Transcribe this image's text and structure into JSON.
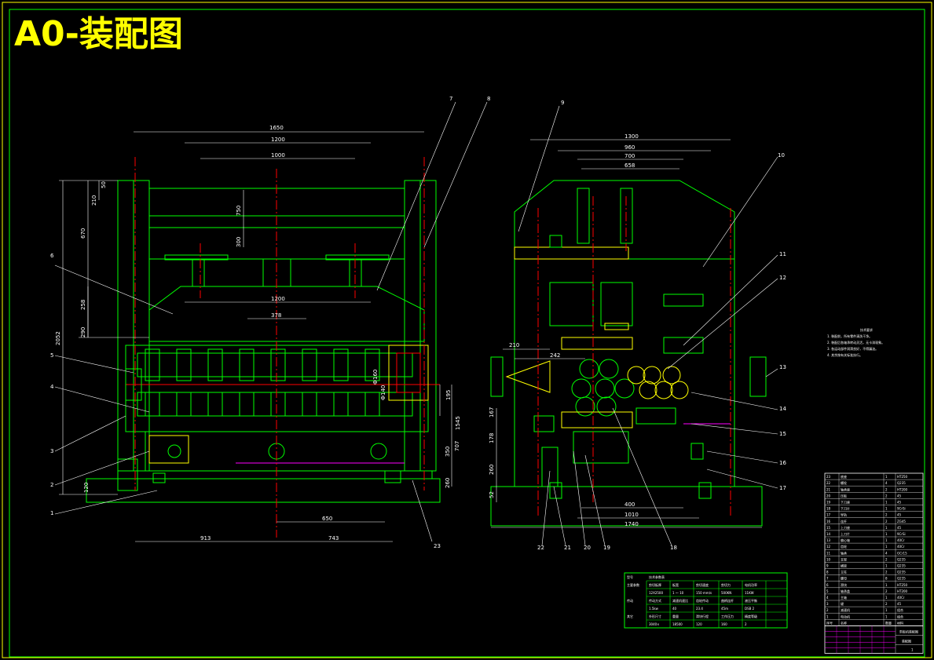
{
  "drawing": {
    "title": "A0-装配图",
    "notes_heading": "技术要求",
    "notes_lines": [
      "1. 装配前，所有零件清洗干净。",
      "2. 装配后各轴承转动灵活，无卡滞现象。",
      "3. 各运动部件润滑良好，不得漏油。",
      "4. 其余按有关标准执行。"
    ]
  },
  "colors": {
    "outline": "#00ff00",
    "center": "#ff0000",
    "white": "#ffffff",
    "title": "#ffff00",
    "magenta": "#ff00ff",
    "yellow": "#ffff00"
  },
  "front_view": {
    "dims": {
      "d1650": "1650",
      "d1200_top": "1200",
      "d1000": "1000",
      "d210": "210",
      "d750": "750",
      "d300": "300",
      "d670": "670",
      "d50": "50",
      "d258": "258",
      "d1200_mid": "1200",
      "d378": "378",
      "d290": "290",
      "d2052": "2052",
      "d650": "650",
      "d913": "913",
      "d743": "743",
      "d195": "195",
      "d1545": "1545",
      "d707": "707",
      "d350": "350",
      "d120": "120",
      "d260": "260",
      "d160": "Ф160",
      "d140": "Ф140"
    },
    "callouts": [
      "1",
      "2",
      "3",
      "4",
      "5",
      "6",
      "7",
      "8",
      "23"
    ]
  },
  "side_view": {
    "dims": {
      "d1300": "1300",
      "d960": "960",
      "d700": "700",
      "d658": "658",
      "d210": "210",
      "d242": "242",
      "d167": "167",
      "d178": "178",
      "d260": "260",
      "d52": "52",
      "d400": "400",
      "d1010": "1010",
      "d1740": "1740"
    },
    "callouts": [
      "9",
      "10",
      "11",
      "12",
      "13",
      "14",
      "15",
      "16",
      "17",
      "18",
      "19",
      "20",
      "21",
      "22"
    ]
  },
  "param_table": {
    "title": "技术参数表",
    "rows": [
      [
        "型号",
        "技术参数表",
        "",
        "",
        "",
        ""
      ],
      [
        "主要参数",
        "剪切板厚",
        "板宽",
        "剪切速度",
        "剪切力",
        "电机功率"
      ],
      [
        "",
        "12X2500",
        "1 ～ 10",
        "150 mm/s",
        "500KN",
        "11KW"
      ],
      [
        "传动",
        "传动方式",
        "减速机速比",
        "齿轮传动",
        "曲柄连杆",
        "液压平衡"
      ],
      [
        "",
        "1.5kw",
        "40",
        "23.4",
        "45m",
        "DSB 2"
      ],
      [
        "其它",
        "外形尺寸",
        "重量",
        "滑块行程",
        "工作压力",
        "精度等级"
      ],
      [
        "",
        "3040×",
        "18500",
        "120",
        "160",
        "2"
      ]
    ]
  },
  "bom": {
    "rows": [
      [
        "23",
        "底座",
        "1",
        "HT250"
      ],
      [
        "22",
        "螺栓",
        "4",
        "Q235"
      ],
      [
        "21",
        "轴承座",
        "2",
        "HT200"
      ],
      [
        "20",
        "压板",
        "2",
        "45"
      ],
      [
        "19",
        "下刀座",
        "1",
        "45"
      ],
      [
        "18",
        "下刀片",
        "1",
        "9CrSi"
      ],
      [
        "17",
        "导轨",
        "2",
        "45"
      ],
      [
        "16",
        "连杆",
        "2",
        "ZG45"
      ],
      [
        "15",
        "上刀座",
        "1",
        "45"
      ],
      [
        "14",
        "上刀片",
        "1",
        "9CrSi"
      ],
      [
        "13",
        "偏心轴",
        "1",
        "40Cr"
      ],
      [
        "12",
        "齿轮",
        "1",
        "40Cr"
      ],
      [
        "11",
        "轴承",
        "4",
        "GCr15"
      ],
      [
        "10",
        "支架",
        "2",
        "Q235"
      ],
      [
        "9",
        "横梁",
        "1",
        "Q235"
      ],
      [
        "8",
        "立柱",
        "2",
        "Q235"
      ],
      [
        "7",
        "螺母",
        "8",
        "Q235"
      ],
      [
        "6",
        "滑块",
        "1",
        "HT250"
      ],
      [
        "5",
        "轴承盖",
        "2",
        "HT200"
      ],
      [
        "4",
        "主轴",
        "1",
        "40Cr"
      ],
      [
        "3",
        "键",
        "2",
        "45"
      ],
      [
        "2",
        "减速机",
        "1",
        "组合"
      ],
      [
        "1",
        "电动机",
        "1",
        "组合"
      ]
    ],
    "header": [
      "序号",
      "名称",
      "数量",
      "材料"
    ],
    "title_block_name": "剪板机装配图",
    "title_block_sub": "装配图",
    "sheet": "1"
  }
}
